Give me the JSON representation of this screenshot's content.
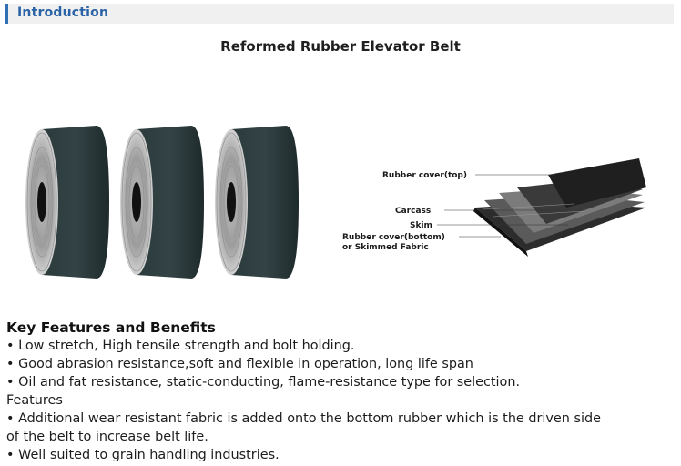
{
  "section": {
    "title": "Introduction",
    "accent_color": "#2f6fb4"
  },
  "product": {
    "title": "Reformed Rubber Elevator Belt"
  },
  "images": {
    "rolls_icon": "belt-rolls-image",
    "diagram": {
      "labels": {
        "top_cover": "Rubber cover(top)",
        "carcass": "Carcass",
        "skim": "Skim",
        "bottom_cover_line1": "Rubber cover(bottom)",
        "bottom_cover_line2": "or Skimmed Fabric"
      }
    }
  },
  "features": {
    "heading": "Key Features and Benefits",
    "lines": [
      "• Low stretch, High tensile strength and bolt holding.",
      "• Good abrasion resistance,soft and flexible in operation, long life span",
      "• Oil and fat resistance, static-conducting, flame-resistance type for selection.",
      "Features",
      "• Additional wear resistant fabric is added onto the bottom rubber which is the driven side",
      "of the belt to increase belt life.",
      "• Well suited to grain handling industries."
    ]
  }
}
